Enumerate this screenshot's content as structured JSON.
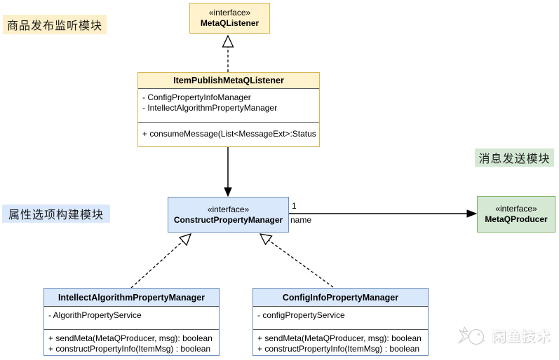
{
  "module_labels": {
    "publish_listener": "商品发布监听模块",
    "property_build": "属性选项构建模块",
    "message_send": "消息发送模块"
  },
  "classes": {
    "metaq_listener": {
      "stereotype": "«interface»",
      "name": "MetaQListener"
    },
    "item_publish": {
      "name": "ItemPublishMetaQListener",
      "attributes": [
        "- ConfigPropertyInfoManager",
        "- IntellectAlgorithmPropertyManager"
      ],
      "methods": [
        "+ consumeMessage(List<MessageExt>:Status"
      ]
    },
    "construct_property_manager": {
      "stereotype": "«interface»",
      "name": "ConstructPropertyManager"
    },
    "metaq_producer": {
      "stereotype": "«interface»",
      "name": "MetaQProducer"
    },
    "intellect_algorithm": {
      "name": "IntellectAlgorithmPropertyManager",
      "attributes": [
        "- AlgorithPropertyService"
      ],
      "methods": [
        "+ sendMeta(MetaQProducer, msg): boolean",
        "+ constructPropertyInfo(ItemMsg)  : boolean"
      ]
    },
    "config_info": {
      "name": "ConfigInfoPropertyManager",
      "attributes": [
        "- configPropertyService"
      ],
      "methods": [
        "+ sendMeta(MetaQProducer, msg): boolean",
        "+ constructPropertyInfo(ItemMsg)  : boolean"
      ]
    }
  },
  "edges": {
    "association_to_producer": {
      "multiplicity": "1",
      "role": "name"
    }
  },
  "colors": {
    "yellow_fill": "#FFF2CC",
    "yellow_stroke": "#D6B656",
    "blue_fill": "#DAE8FC",
    "blue_stroke": "#6C8EBF",
    "green_fill": "#D5E8D4",
    "green_stroke": "#82B366"
  },
  "watermark": {
    "text": "闲鱼技术"
  }
}
